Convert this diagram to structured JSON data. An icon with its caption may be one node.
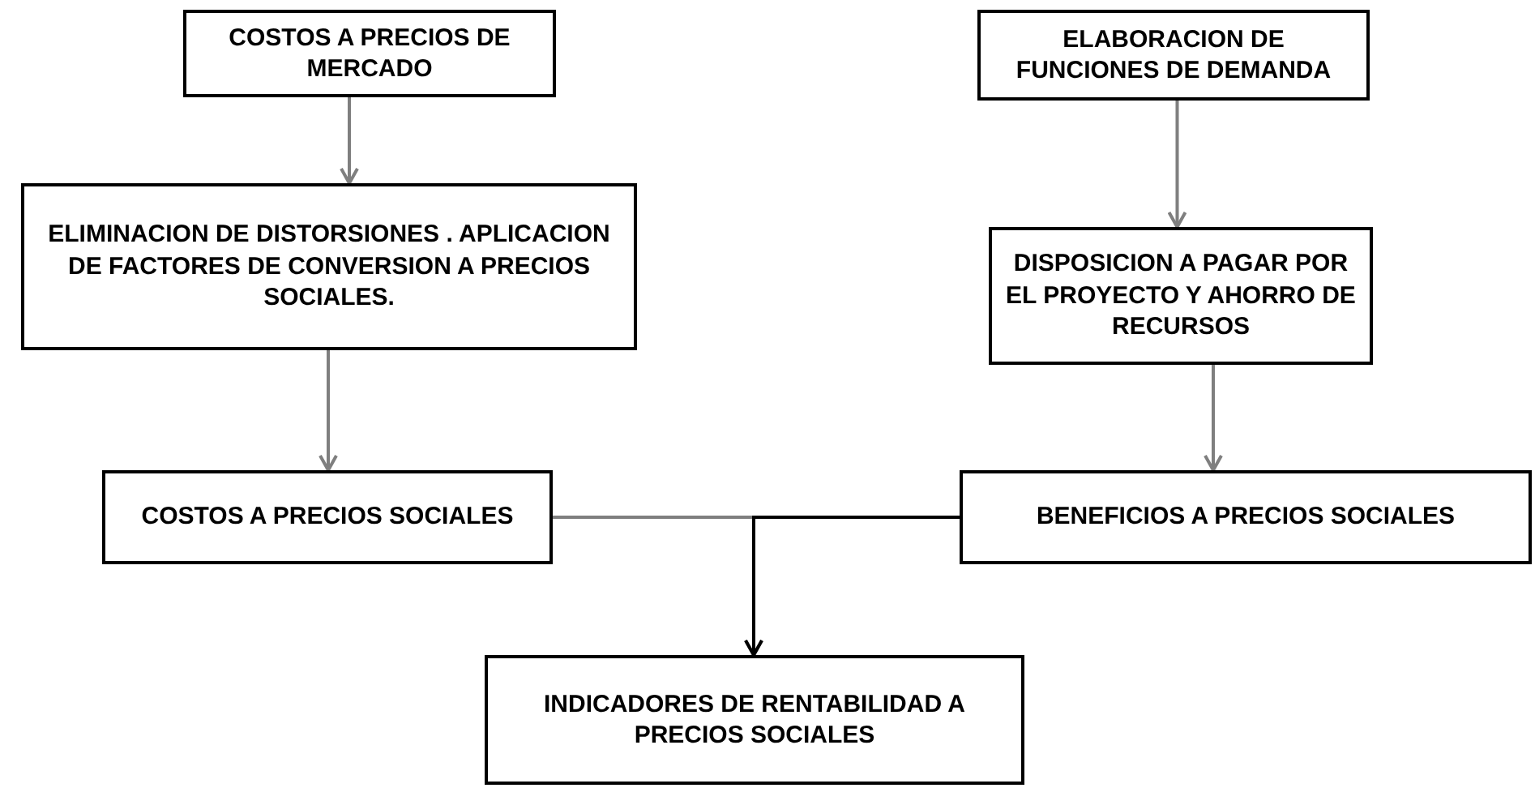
{
  "diagram": {
    "nodes": [
      {
        "text": [
          "COSTOS A PRECIOS DE MERCADO"
        ]
      },
      {
        "text": [
          "ELIMINACION DE DISTORSIONES . APLICACION DE FACTORES DE CONVERSION A PRECIOS SOCIALES."
        ]
      },
      {
        "text": [
          "COSTOS A PRECIOS SOCIALES"
        ]
      },
      {
        "text": [
          "ELABORACION DE FUNCIONES DE DEMANDA"
        ]
      },
      {
        "text": [
          "DISPOSICION A PAGAR POR EL PROYECTO Y AHORRO DE RECURSOS"
        ]
      },
      {
        "text": [
          "BENEFICIOS A PRECIOS SOCIALES"
        ]
      },
      {
        "text": [
          "INDICADORES DE RENTABILIDAD A PRECIOS SOCIALES"
        ]
      }
    ],
    "edges": [
      {
        "from": 0,
        "to": 1,
        "arrow": "to"
      },
      {
        "from": 1,
        "to": 2,
        "arrow": "to"
      },
      {
        "from": 3,
        "to": 4,
        "arrow": "to"
      },
      {
        "from": 4,
        "to": 5,
        "arrow": "to"
      },
      {
        "from": 2,
        "to": 6,
        "arrow": "to"
      },
      {
        "from": 5,
        "to": 6,
        "arrow": "to",
        "color": "#000000"
      }
    ]
  }
}
